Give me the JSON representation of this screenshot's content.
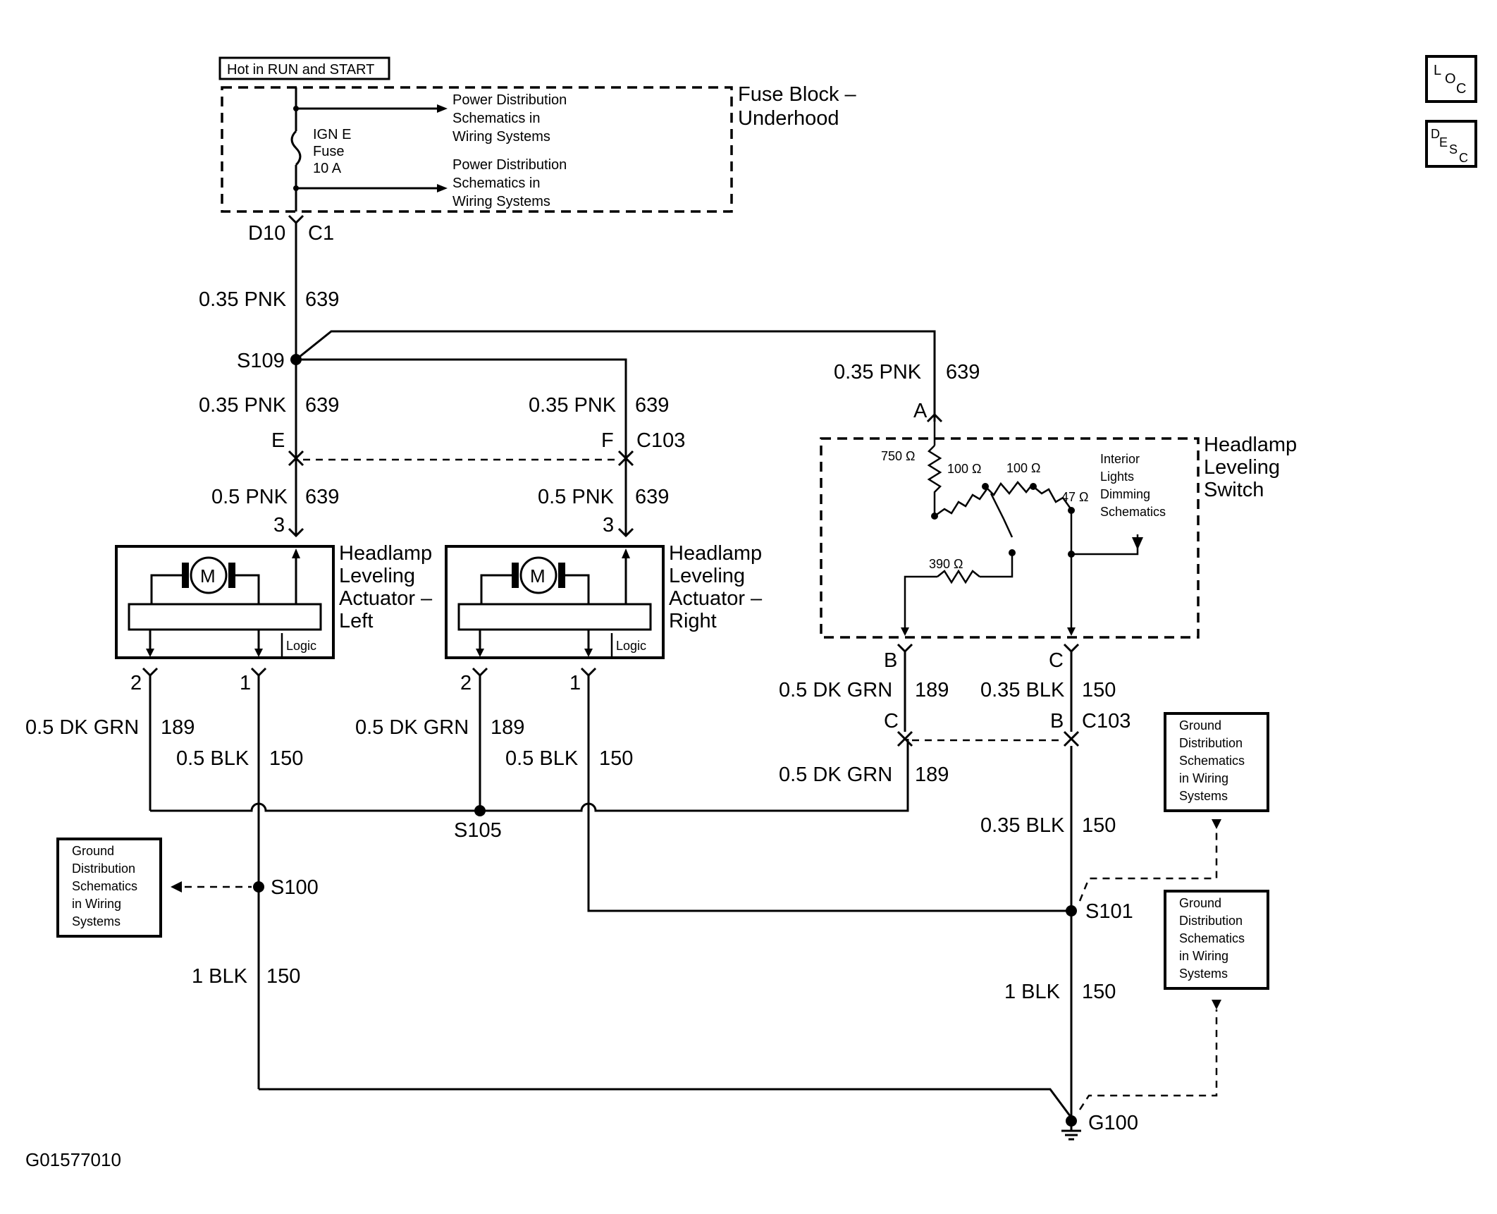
{
  "labels": {
    "hot_in_run_start": "Hot in RUN and START",
    "fuse_block_l1": "Fuse Block –",
    "fuse_block_l2": "Underhood",
    "pwr_dist_a_l1": "Power Distribution",
    "pwr_dist_a_l2": "Schematics in",
    "pwr_dist_a_l3": "Wiring Systems",
    "pwr_dist_b_l1": "Power Distribution",
    "pwr_dist_b_l2": "Schematics in",
    "pwr_dist_b_l3": "Wiring Systems",
    "fuse_l1": "IGN E",
    "fuse_l2": "Fuse",
    "fuse_l3": "10 A",
    "conn_d10": "D10",
    "conn_c1": "C1",
    "wire_top_size": "0.35 PNK",
    "wire_top_num": "639",
    "splice_s109": "S109",
    "wire_left_upper_size": "0.35 PNK",
    "wire_left_upper_num": "639",
    "wire_mid_upper_size": "0.35 PNK",
    "wire_mid_upper_num": "639",
    "wire_sw_a_size": "0.35 PNK",
    "wire_sw_a_num": "639",
    "pin_a": "A",
    "pin_e": "E",
    "pin_f": "F",
    "conn_c103_top": "C103",
    "wire_left_lower_size": "0.5 PNK",
    "wire_left_lower_num": "639",
    "wire_mid_lower_size": "0.5 PNK",
    "wire_mid_lower_num": "639",
    "pin_3_left": "3",
    "pin_3_right": "3",
    "act_left_l1": "Headlamp",
    "act_left_l2": "Leveling",
    "act_left_l3": "Actuator –",
    "act_left_l4": "Left",
    "act_right_l1": "Headlamp",
    "act_right_l2": "Leveling",
    "act_right_l3": "Actuator –",
    "act_right_l4": "Right",
    "motor": "M",
    "logic": "Logic",
    "switch_l1": "Headlamp",
    "switch_l2": "Leveling",
    "switch_l3": "Switch",
    "r_750": "750 Ω",
    "r_100a": "100 Ω",
    "r_100b": "100 Ω",
    "r_47": "47 Ω",
    "r_390": "390 Ω",
    "interior_l1": "Interior",
    "interior_l2": "Lights",
    "interior_l3": "Dimming",
    "interior_l4": "Schematics",
    "pin_2_left": "2",
    "pin_1_left": "1",
    "pin_2_right": "2",
    "pin_1_right": "1",
    "pin_b_sw": "B",
    "pin_c_sw": "C",
    "wire_sw_b_size": "0.5 DK GRN",
    "wire_sw_b_num": "189",
    "wire_sw_c_size": "0.35 BLK",
    "wire_sw_c_num": "150",
    "pin_c_c103": "C",
    "pin_b_c103": "B",
    "conn_c103_bottom": "C103",
    "wire_dkgrn_left_size": "0.5 DK GRN",
    "wire_dkgrn_left_num": "189",
    "wire_blk_left_size": "0.5 BLK",
    "wire_blk_left_num": "150",
    "wire_dkgrn_mid_size": "0.5 DK GRN",
    "wire_dkgrn_mid_num": "189",
    "wire_blk_mid_size": "0.5 BLK",
    "wire_blk_mid_num": "150",
    "wire_dkgrn_sw_size": "0.5 DK GRN",
    "wire_dkgrn_sw_num": "189",
    "splice_s105": "S105",
    "splice_s100": "S100",
    "splice_s101": "S101",
    "ground_g100": "G100",
    "wire_blk_right_size": "0.35 BLK",
    "wire_blk_right_num": "150",
    "wire_1blk_left_size": "1 BLK",
    "wire_1blk_left_num": "150",
    "wire_1blk_right_size": "1 BLK",
    "wire_1blk_right_num": "150",
    "gnd_dist_left_l1": "Ground",
    "gnd_dist_left_l2": "Distribution",
    "gnd_dist_left_l3": "Schematics",
    "gnd_dist_left_l4": "in Wiring",
    "gnd_dist_left_l5": "Systems",
    "gnd_dist_r1_l1": "Ground",
    "gnd_dist_r1_l2": "Distribution",
    "gnd_dist_r1_l3": "Schematics",
    "gnd_dist_r1_l4": "in Wiring",
    "gnd_dist_r1_l5": "Systems",
    "gnd_dist_r2_l1": "Ground",
    "gnd_dist_r2_l2": "Distribution",
    "gnd_dist_r2_l3": "Schematics",
    "gnd_dist_r2_l4": "in Wiring",
    "gnd_dist_r2_l5": "Systems",
    "figure_id": "G01577010",
    "loc_l": "L",
    "loc_o": "O",
    "loc_c": "C",
    "desc_d": "D",
    "desc_e": "E",
    "desc_s": "S",
    "desc_c": "C"
  }
}
